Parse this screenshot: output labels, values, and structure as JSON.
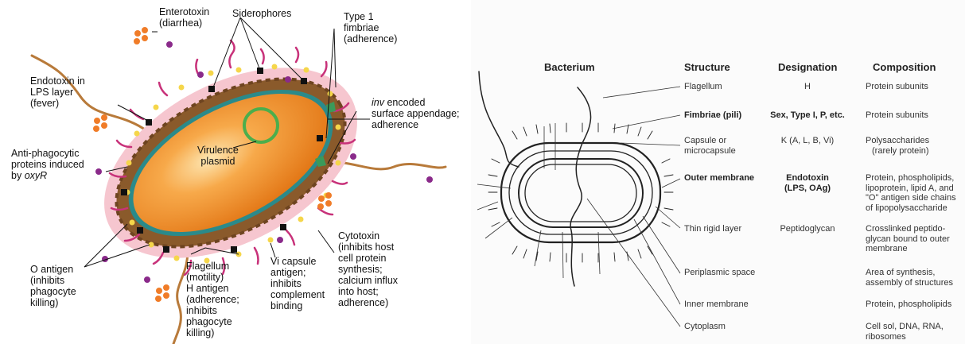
{
  "left_diagram": {
    "labels": {
      "enterotoxin": [
        "Enterotoxin",
        "(diarrhea)"
      ],
      "siderophores": "Siderophores",
      "type1_fimbriae": [
        "Type 1",
        "fimbriae",
        "(adherence)"
      ],
      "endotoxin": [
        "Endotoxin in",
        "LPS layer",
        "(fever)"
      ],
      "inv": {
        "italic": "inv",
        "rest": " encoded",
        "lines": [
          "surface appendage;",
          "adherence"
        ]
      },
      "virulence_plasmid": [
        "Virulence",
        "plasmid"
      ],
      "antiphagocytic": {
        "lines": [
          "Anti-phagocytic",
          "proteins induced"
        ],
        "by": "by ",
        "italic": "oxyR"
      },
      "cytotoxin": [
        "Cytotoxin",
        "(inhibits host",
        "cell protein",
        "synthesis;",
        "calcium influx",
        "into host;",
        "adherence)"
      ],
      "o_antigen": [
        "O antigen",
        "(inhibits",
        "phagocyte",
        "killing)"
      ],
      "flagellum": [
        "Flagellum",
        "(motility)",
        "H antigen",
        "(adherence;",
        "inhibits",
        "phagocyte",
        "killing)"
      ],
      "vi_capsule": [
        "Vi capsule",
        "antigen;",
        "inhibits",
        "complement",
        "binding"
      ]
    },
    "colors": {
      "cell_orange": "#f08a1e",
      "cell_highlight": "#fbe3a8",
      "membrane_teal": "#2b8a8a",
      "lps_brown": "#8a5a2b",
      "capsule_pink": "#f6c6cf",
      "fimbriae_magenta": "#c8327a",
      "plasmid_green": "#4cae4c",
      "enterotoxin_orange": "#f07c28",
      "antigen_purple": "#8a2a8a",
      "appendage_green": "#3b9a5a"
    }
  },
  "right_table": {
    "headers": {
      "bacterium": "Bacterium",
      "structure": "Structure",
      "designation": "Designation",
      "composition": "Composition"
    },
    "rows": [
      {
        "structure": [
          "Flagellum"
        ],
        "designation": [
          "H"
        ],
        "composition": [
          "Protein subunits"
        ]
      },
      {
        "structure": [
          "Fimbriae (pili)"
        ],
        "designation": [
          "Sex, Type I, P, etc."
        ],
        "composition": [
          "Protein subunits"
        ],
        "bold": true
      },
      {
        "structure": [
          "Capsule or",
          "microcapsule"
        ],
        "designation": [
          "K (A, L, B, Vi)"
        ],
        "composition": [
          "Polysaccharides",
          "(rarely protein)"
        ]
      },
      {
        "structure": [
          "Outer membrane"
        ],
        "designation": [
          "Endotoxin",
          "(LPS, OAg)"
        ],
        "composition": [
          "Protein, phospholipids,",
          "lipoprotein, lipid A, and",
          "\"O\" antigen side chains",
          "of lipopolysaccharide"
        ],
        "bold": true
      },
      {
        "structure": [
          "Thin rigid layer"
        ],
        "designation": [
          "Peptidoglycan"
        ],
        "composition": [
          "Crosslinked peptido-",
          "glycan bound to outer",
          "membrane"
        ]
      },
      {
        "structure": [
          "Periplasmic space"
        ],
        "designation": [],
        "composition": [
          "Area of synthesis,",
          "assembly of structures"
        ]
      },
      {
        "structure": [
          "Inner membrane"
        ],
        "designation": [],
        "composition": [
          "Protein, phospholipids"
        ]
      },
      {
        "structure": [
          "Cytoplasm"
        ],
        "designation": [],
        "composition": [
          "Cell sol, DNA, RNA,",
          "ribosomes"
        ]
      }
    ]
  }
}
